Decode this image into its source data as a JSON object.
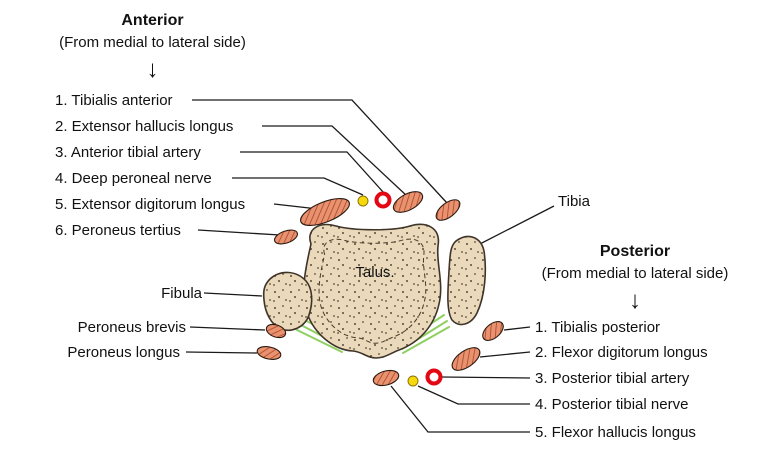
{
  "anterior": {
    "title": "Anterior",
    "subtitle": "(From medial to lateral side)",
    "arrow_icon": "↓",
    "items": [
      "1. Tibialis anterior",
      "2. Extensor hallucis longus",
      "3. Anterior tibial artery",
      "4. Deep peroneal nerve",
      "5. Extensor digitorum longus",
      "6. Peroneus tertius"
    ]
  },
  "posterior": {
    "title": "Posterior",
    "subtitle": "(From medial to lateral side)",
    "arrow_icon": "↓",
    "items": [
      "1. Tibialis posterior",
      "2. Flexor digitorum longus",
      "3. Posterior tibial artery",
      "4. Posterior tibial nerve",
      "5. Flexor hallucis longus"
    ]
  },
  "bones": {
    "talus": "Talus.",
    "tibia": "Tibia",
    "fibula": "Fibula"
  },
  "muscles_left": {
    "peroneus_brevis": "Peroneus brevis",
    "peroneus_longus": "Peroneus longus"
  },
  "colors": {
    "bone_fill": "#ead9bb",
    "bone_outline": "#3f3428",
    "tendon_fill": "#e8926f",
    "tendon_hatch": "#a8442a",
    "nerve_yellow": "#f6d90c",
    "artery_red": "#e30613",
    "ligament_green": "#8ed060",
    "leader_line": "#1a1a1a"
  }
}
